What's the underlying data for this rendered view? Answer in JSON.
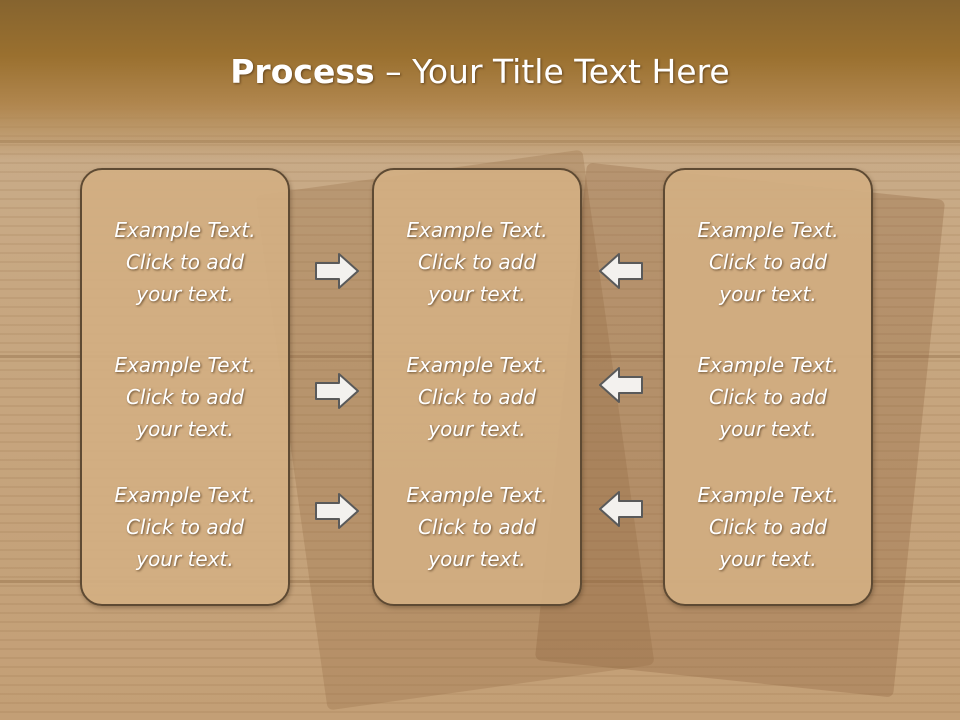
{
  "slide": {
    "title_bold": "Process",
    "title_rest": " – Your Title Text Here"
  },
  "columns": [
    {
      "items": [
        {
          "line1": "Example Text.",
          "line2": "Click  to add",
          "line3": "your text."
        },
        {
          "line1": "Example Text.",
          "line2": "Click  to add",
          "line3": "your text."
        },
        {
          "line1": "Example Text.",
          "line2": "Click  to add",
          "line3": "your text."
        }
      ]
    },
    {
      "items": [
        {
          "line1": "Example Text.",
          "line2": "Click  to add",
          "line3": "your text."
        },
        {
          "line1": "Example Text.",
          "line2": "Click  to add",
          "line3": "your text."
        },
        {
          "line1": "Example Text.",
          "line2": "Click  to add",
          "line3": "your text."
        }
      ]
    },
    {
      "items": [
        {
          "line1": "Example Text.",
          "line2": "Click  to add",
          "line3": "your text."
        },
        {
          "line1": "Example Text.",
          "line2": "Click  to add",
          "line3": "your text."
        },
        {
          "line1": "Example Text.",
          "line2": "Click  to add",
          "line3": "your text."
        }
      ]
    }
  ],
  "arrows": {
    "left_group": [
      "arrow-right-icon",
      "arrow-right-icon",
      "arrow-right-icon"
    ],
    "right_group": [
      "arrow-left-icon",
      "arrow-left-icon",
      "arrow-left-icon"
    ]
  },
  "colors": {
    "header": "#9a702f",
    "box_fill": "#d2af82",
    "box_border": "#5e4a33",
    "text": "#ffffff"
  }
}
